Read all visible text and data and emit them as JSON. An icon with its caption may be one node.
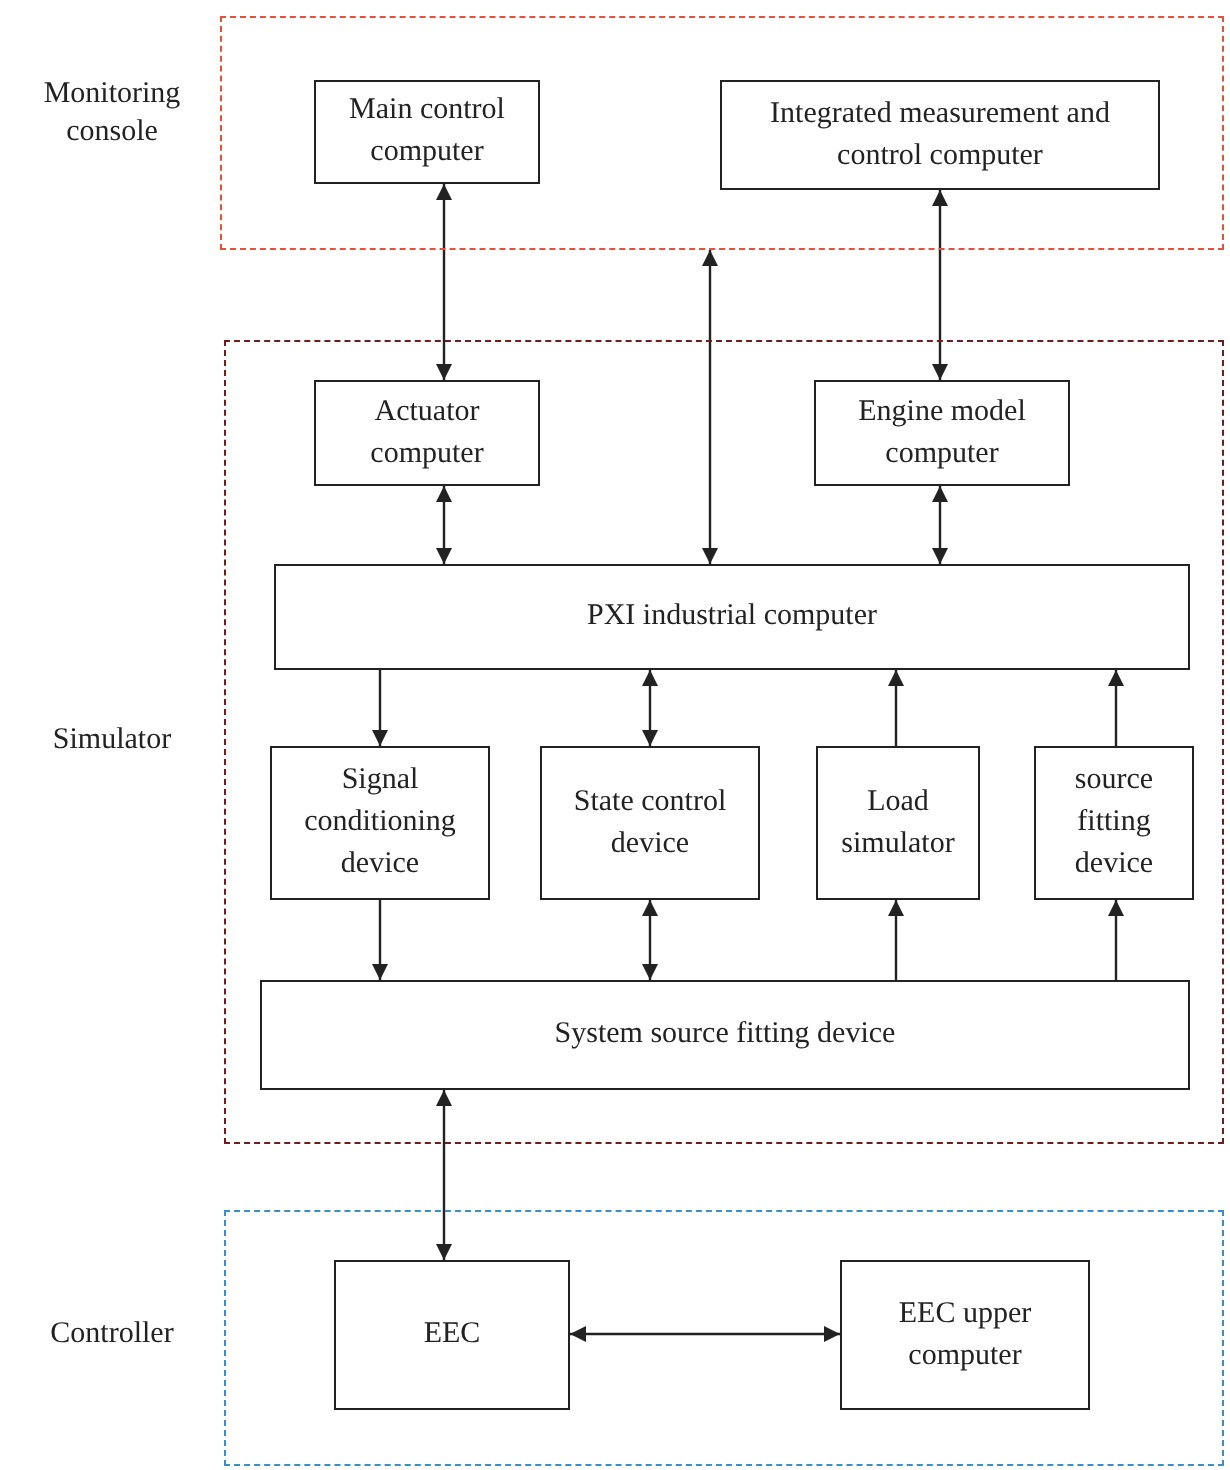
{
  "diagram": {
    "nodes": [
      {
        "text": [
          "Monitoring console"
        ]
      },
      {
        "text": [
          "Main control computer"
        ],
        "in": 0
      },
      {
        "text": [
          "Integrated measurement and control computer"
        ],
        "in": 0
      },
      {
        "text": [
          "Simulator"
        ]
      },
      {
        "text": [
          "Actuator computer"
        ],
        "in": 3
      },
      {
        "text": [
          "Engine model computer"
        ],
        "in": 3
      },
      {
        "text": [
          "PXI industrial computer"
        ],
        "in": 3
      },
      {
        "text": [
          "Signal conditioning device"
        ],
        "in": 3
      },
      {
        "text": [
          "State control device"
        ],
        "in": 3
      },
      {
        "text": [
          "Load simulator"
        ],
        "in": 3
      },
      {
        "text": [
          "source fitting device"
        ],
        "in": 3
      },
      {
        "text": [
          "System source fitting device"
        ],
        "in": 3
      },
      {
        "text": [
          "Controller"
        ]
      },
      {
        "text": [
          "EEC"
        ],
        "in": 12
      },
      {
        "text": [
          "EEC upper computer"
        ],
        "in": 12
      }
    ],
    "edges": [
      {
        "from": 1,
        "to": 4,
        "arrow": "both"
      },
      {
        "from": 0,
        "to": 6,
        "arrow": "both"
      },
      {
        "from": 2,
        "to": 5,
        "arrow": "both"
      },
      {
        "from": 4,
        "to": 6,
        "arrow": "both"
      },
      {
        "from": 5,
        "to": 6,
        "arrow": "both"
      },
      {
        "from": 6,
        "to": 7,
        "arrow": "to"
      },
      {
        "from": 6,
        "to": 8,
        "arrow": "both"
      },
      {
        "from": 9,
        "to": 6,
        "arrow": "to"
      },
      {
        "from": 10,
        "to": 6,
        "arrow": "to"
      },
      {
        "from": 7,
        "to": 11,
        "arrow": "to"
      },
      {
        "from": 8,
        "to": 11,
        "arrow": "both"
      },
      {
        "from": 11,
        "to": 9,
        "arrow": "to"
      },
      {
        "from": 11,
        "to": 10,
        "arrow": "to"
      },
      {
        "from": 11,
        "to": 13,
        "arrow": "both"
      },
      {
        "from": 13,
        "to": 14,
        "arrow": "both"
      }
    ]
  }
}
